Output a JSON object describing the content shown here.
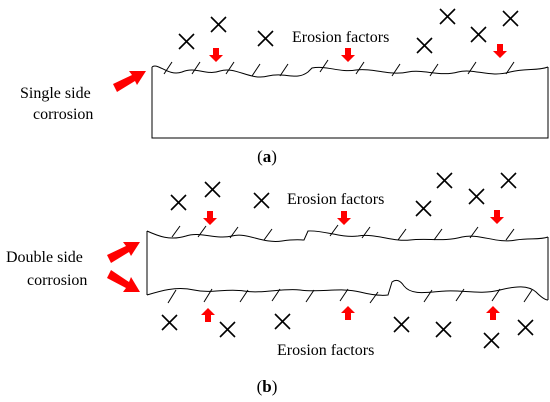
{
  "panel_a": {
    "side_label_line1": "Single side",
    "side_label_line2": "corrosion",
    "erosion_label": "Erosion factors",
    "caption_open": "(",
    "caption_letter": "a",
    "caption_close": ")"
  },
  "panel_b": {
    "side_label_line1": "Double side",
    "side_label_line2": "corrosion",
    "erosion_label_top": "Erosion factors",
    "erosion_label_bottom": "Erosion factors",
    "caption_open": "(",
    "caption_letter": "b",
    "caption_close": ")"
  },
  "colors": {
    "arrow": "#ff0000",
    "line": "#000000",
    "background": "#ffffff"
  },
  "icons": {
    "erosion_factor_marker": "x-cross-icon",
    "attack_direction": "red-arrow-icon"
  }
}
